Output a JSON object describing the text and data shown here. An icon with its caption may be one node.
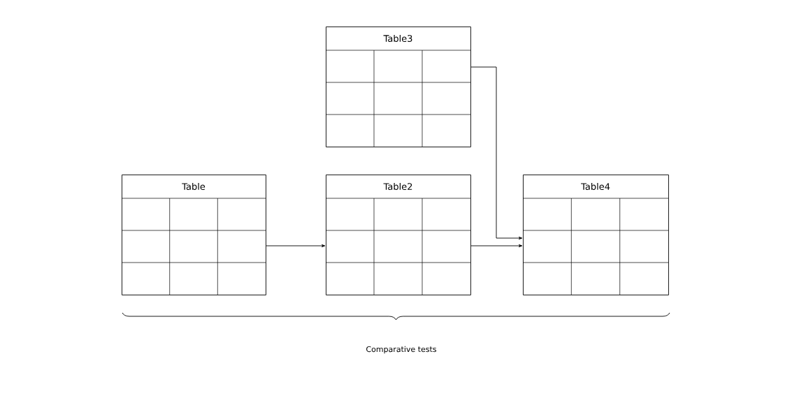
{
  "diagram": {
    "nodes": [
      {
        "text": [
          "Table"
        ]
      },
      {
        "text": [
          "Table2"
        ]
      },
      {
        "text": [
          "Table3"
        ]
      },
      {
        "text": [
          "Table4"
        ]
      }
    ],
    "edges": [
      {
        "from": 0,
        "to": 1,
        "arrow": "to"
      },
      {
        "from": 1,
        "to": 3,
        "arrow": "to"
      },
      {
        "from": 2,
        "to": 3,
        "arrow": "to"
      }
    ],
    "labels": [
      "Comparative tests"
    ]
  }
}
